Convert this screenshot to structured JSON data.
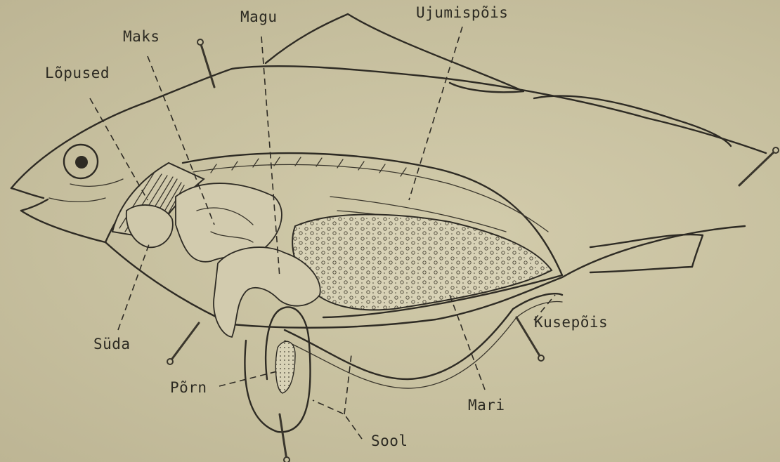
{
  "labels": {
    "magu": "Magu",
    "ujumispois": "Ujumispõis",
    "maks": "Maks",
    "lopused": "Lõpused",
    "kusepois": "Kusepõis",
    "suda": "Süda",
    "porn": "Põrn",
    "mari": "Mari",
    "sool": "Sool"
  },
  "colors": {
    "paper": "#c9c2a2",
    "ink": "#2e2b24"
  }
}
